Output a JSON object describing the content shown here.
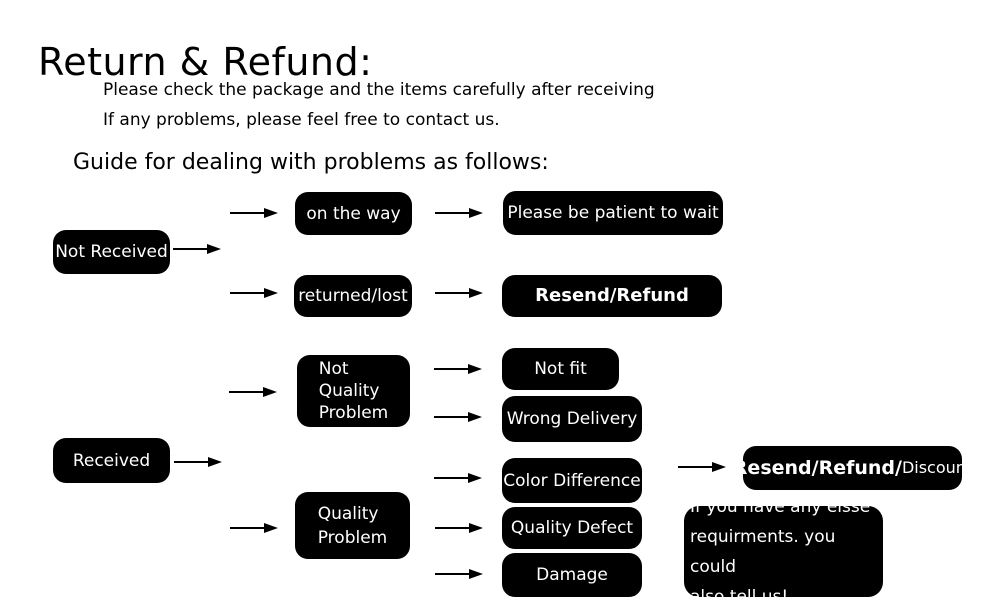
{
  "page": {
    "title": "Return & Refund:",
    "intro_line1": "Please check the package and the items carefully after receiving",
    "intro_line2": "If any problems, please feel free to contact us.",
    "guide_heading": "Guide for dealing with problems as follows:"
  },
  "colors": {
    "background": "#ffffff",
    "node_background": "#000000",
    "node_text": "#ffffff",
    "text": "#000000"
  },
  "flowchart": {
    "nodes": [
      {
        "id": "not-received",
        "label": "Not Received"
      },
      {
        "id": "on-the-way",
        "label": "on the way"
      },
      {
        "id": "please-be-patient",
        "label": "Please be patient to wait"
      },
      {
        "id": "returned-lost",
        "label": "returned/lost"
      },
      {
        "id": "resend-refund",
        "label": "Resend/Refund"
      },
      {
        "id": "not-quality-problem",
        "label": "Not\nQuality\nProblem"
      },
      {
        "id": "not-fit",
        "label": "Not fit"
      },
      {
        "id": "wrong-delivery",
        "label": "Wrong Delivery"
      },
      {
        "id": "received",
        "label": "Received"
      },
      {
        "id": "color-difference",
        "label": "Color Difference"
      },
      {
        "id": "quality-problem",
        "label": "Quality\nProblem"
      },
      {
        "id": "quality-defect",
        "label": "Quality Defect"
      },
      {
        "id": "damage",
        "label": "Damage"
      },
      {
        "id": "resend-refund-discount",
        "label_bold": "Resend/Refund/",
        "label_regular": "Discount"
      },
      {
        "id": "else-note",
        "label": "If you have any elsse\nrequirments. you could\nalso tell us!"
      }
    ],
    "edges": [
      {
        "from": "Not Received",
        "to": "on the way"
      },
      {
        "from": "Not Received",
        "to": "returned/lost"
      },
      {
        "from": "on the way",
        "to": "Please be patient to wait"
      },
      {
        "from": "returned/lost",
        "to": "Resend/Refund"
      },
      {
        "from": "Received",
        "to": "Not Quality Problem"
      },
      {
        "from": "Received",
        "to": "Quality Problem"
      },
      {
        "from": "Not Quality Problem",
        "to": "Not fit"
      },
      {
        "from": "Not Quality Problem",
        "to": "Wrong Delivery"
      },
      {
        "from": "Quality Problem",
        "to": "Color Difference"
      },
      {
        "from": "Quality Problem",
        "to": "Quality Defect"
      },
      {
        "from": "Quality Problem",
        "to": "Damage"
      },
      {
        "from": "Color Difference",
        "to": "Resend/Refund/Discount"
      }
    ]
  }
}
